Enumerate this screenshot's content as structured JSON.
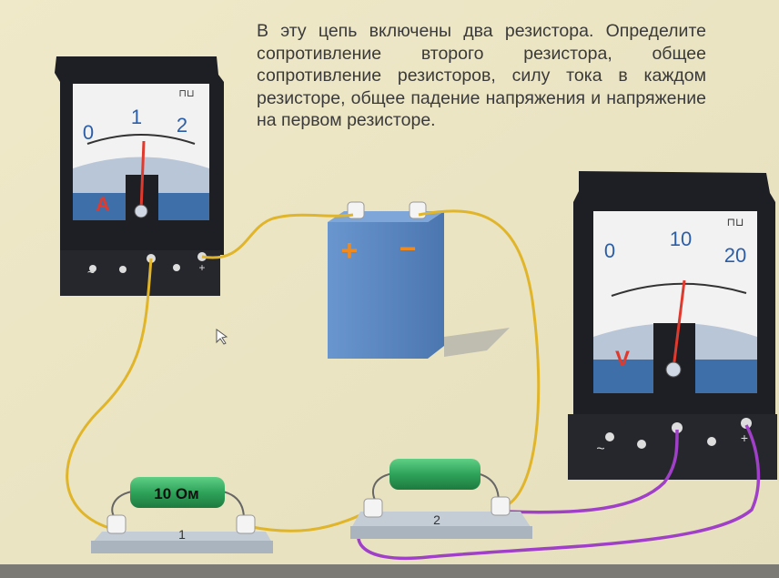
{
  "task": {
    "text": "В эту цепь включены два резистора. Определите сопротивление второго резистора, общее сопротивление резисторов, силу тока в каждом резисторе, общее падение напряжения и напряжение на первом резисторе."
  },
  "ammeter": {
    "scale": [
      "0",
      "1",
      "2"
    ],
    "symbol": "A",
    "unit_mark": "⊓⊔",
    "terminal_left": "~",
    "terminal_right": "+"
  },
  "voltmeter": {
    "scale": [
      "0",
      "10",
      "20"
    ],
    "symbol": "V",
    "unit_mark": "⊓⊔",
    "terminal_left": "~",
    "terminal_right": "+"
  },
  "battery": {
    "plus": "+",
    "minus": "−"
  },
  "resistors": [
    {
      "label": "10 Ом",
      "number": "1"
    },
    {
      "label": "",
      "number": "2"
    }
  ],
  "colors": {
    "background": "#ebe4c3",
    "wire": "#e0b52a",
    "voltmeter_wire": "#a040c8",
    "meter_body": "#1e1f24",
    "battery": "#5b87c2",
    "resistor": "#2fa35a",
    "accent_red": "#e03a2e"
  }
}
